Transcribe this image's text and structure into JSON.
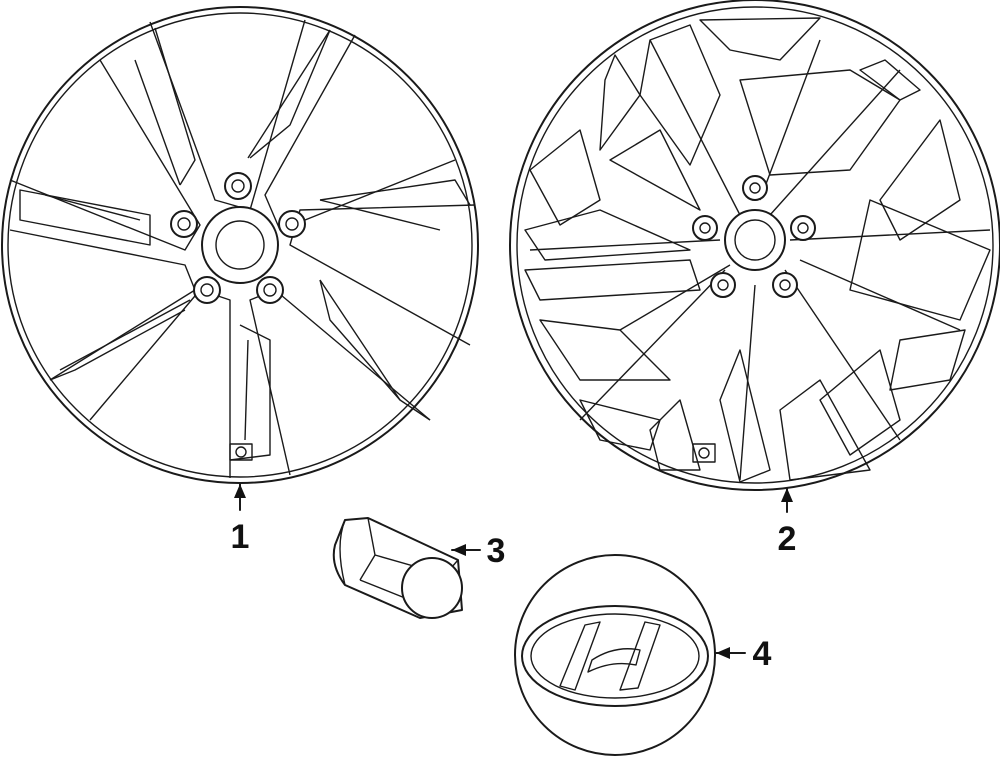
{
  "colors": {
    "line": "#1a1a1a",
    "background": "#ffffff"
  },
  "callouts": [
    {
      "id": "1",
      "label": "1"
    },
    {
      "id": "2",
      "label": "2"
    },
    {
      "id": "3",
      "label": "3"
    },
    {
      "id": "4",
      "label": "4"
    }
  ],
  "parts": [
    {
      "callout": "1",
      "icon": "wheel-five-spoke-icon"
    },
    {
      "callout": "2",
      "icon": "wheel-multi-spoke-icon"
    },
    {
      "callout": "3",
      "icon": "lug-nut-icon"
    },
    {
      "callout": "4",
      "icon": "hub-cap-logo-icon"
    }
  ]
}
